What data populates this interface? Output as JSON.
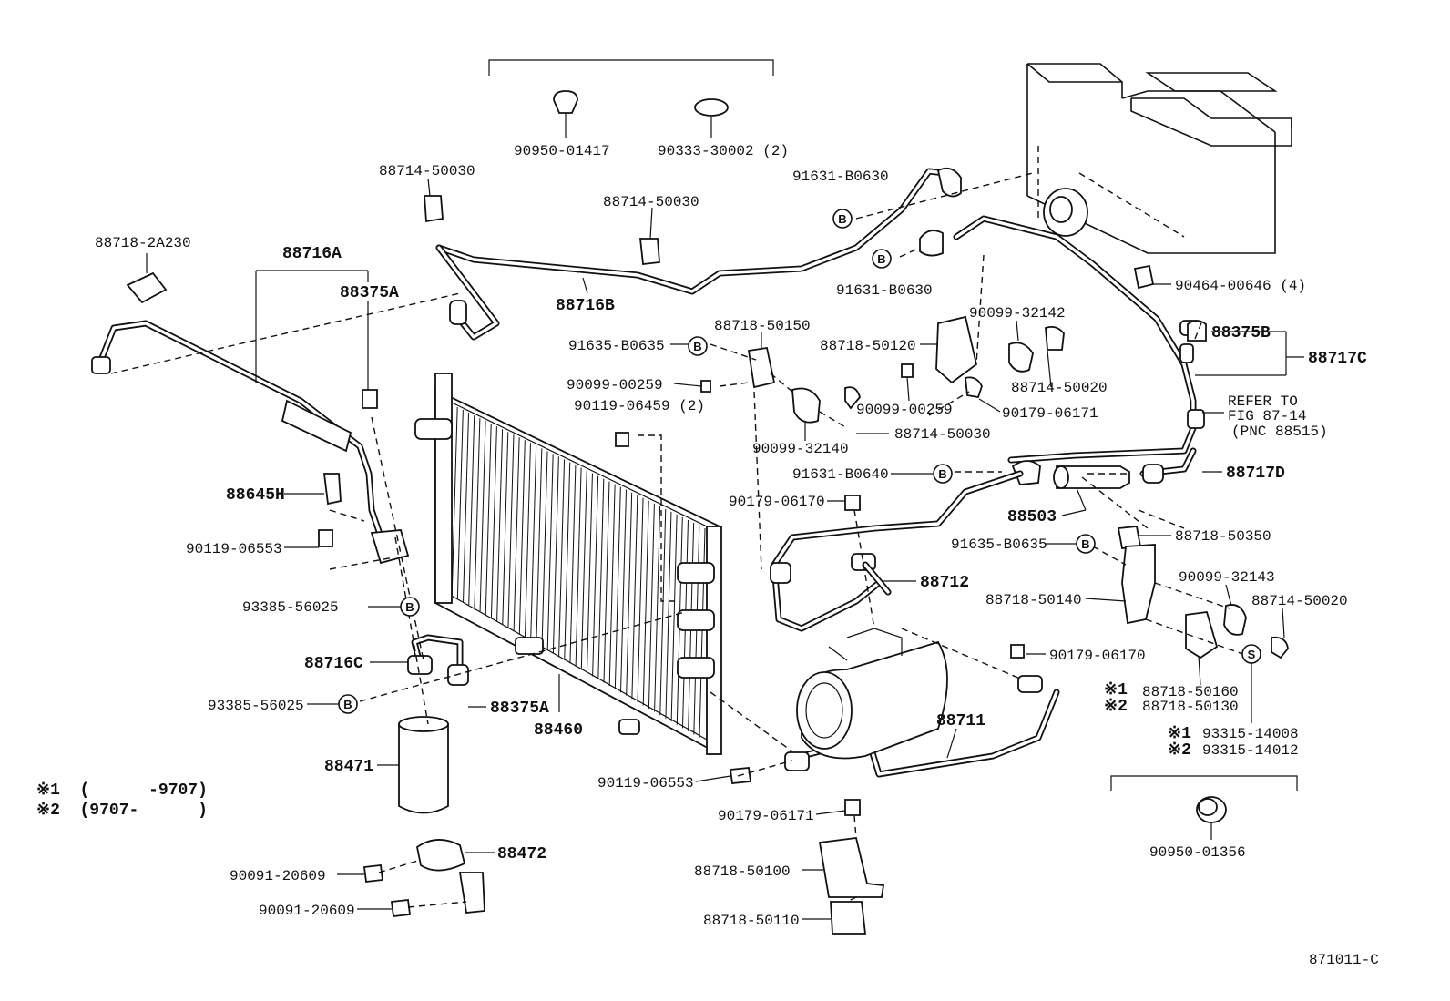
{
  "diagram": {
    "figure_number": "871011-C",
    "circled_marker": "B",
    "circled_marker_s": "S",
    "labels": {
      "p90950_01417": "90950-01417",
      "p90333_30002": "90333-30002 (2)",
      "p88714_50030_a": "88714-50030",
      "p88714_50030_b": "88714-50030",
      "p91631_b0630_a": "91631-B0630",
      "p91631_b0630_b": "91631-B0630",
      "p90464_00646": "90464-00646 (4)",
      "p88718_2a230": "88718-2A230",
      "p88716a": "88716A",
      "p88375a_top": "88375A",
      "p88716b": "88716B",
      "p91635_b0635_a": "91635-B0635",
      "p88718_50150": "88718-50150",
      "p88718_50120": "88718-50120",
      "p90099_32142": "90099-32142",
      "p88375b": "88375B",
      "p88717c": "88717C",
      "p90099_00259_a": "90099-00259",
      "p90119_06459": "90119-06459 (2)",
      "p88714_50020_a": "88714-50020",
      "p90099_00259_b": "90099-00259",
      "p90179_06171_a": "90179-06171",
      "refer_line1": "REFER TO",
      "refer_line2": "FIG 87-14",
      "refer_line3": "(PNC 88515)",
      "p90099_32140": "90099-32140",
      "p88714_50030_c": "88714-50030",
      "p88645h": "88645H",
      "p91631_b0640": "91631-B0640",
      "p88717d": "88717D",
      "p90179_06170_a": "90179-06170",
      "p88503": "88503",
      "p90119_06553_a": "90119-06553",
      "p91635_b0635_b": "91635-B0635",
      "p88718_50350": "88718-50350",
      "p88712": "88712",
      "p90099_32143": "90099-32143",
      "p93385_56025_a": "93385-56025",
      "p88718_50140": "88718-50140",
      "p88714_50020_b": "88714-50020",
      "p88716c": "88716C",
      "p90179_06170_b": "90179-06170",
      "mark1": "※1",
      "mark2": "※2",
      "p88718_50160": "88718-50160",
      "p88718_50130": "88718-50130",
      "p93385_56025_b": "93385-56025",
      "p88375a_bottom": "88375A",
      "p88460": "88460",
      "p88711": "88711",
      "p93315_14008": "93315-14008",
      "p93315_14012": "93315-14012",
      "p88471": "88471",
      "p90119_06553_b": "90119-06553",
      "legend1": "※1  (      -9707)",
      "legend2": "※2  (9707-      )",
      "p90179_06171_b": "90179-06171",
      "p90950_01356": "90950-01356",
      "p88472": "88472",
      "p90091_20609_a": "90091-20609",
      "p88718_50100": "88718-50100",
      "p90091_20609_b": "90091-20609",
      "p88718_50110": "88718-50110"
    }
  }
}
